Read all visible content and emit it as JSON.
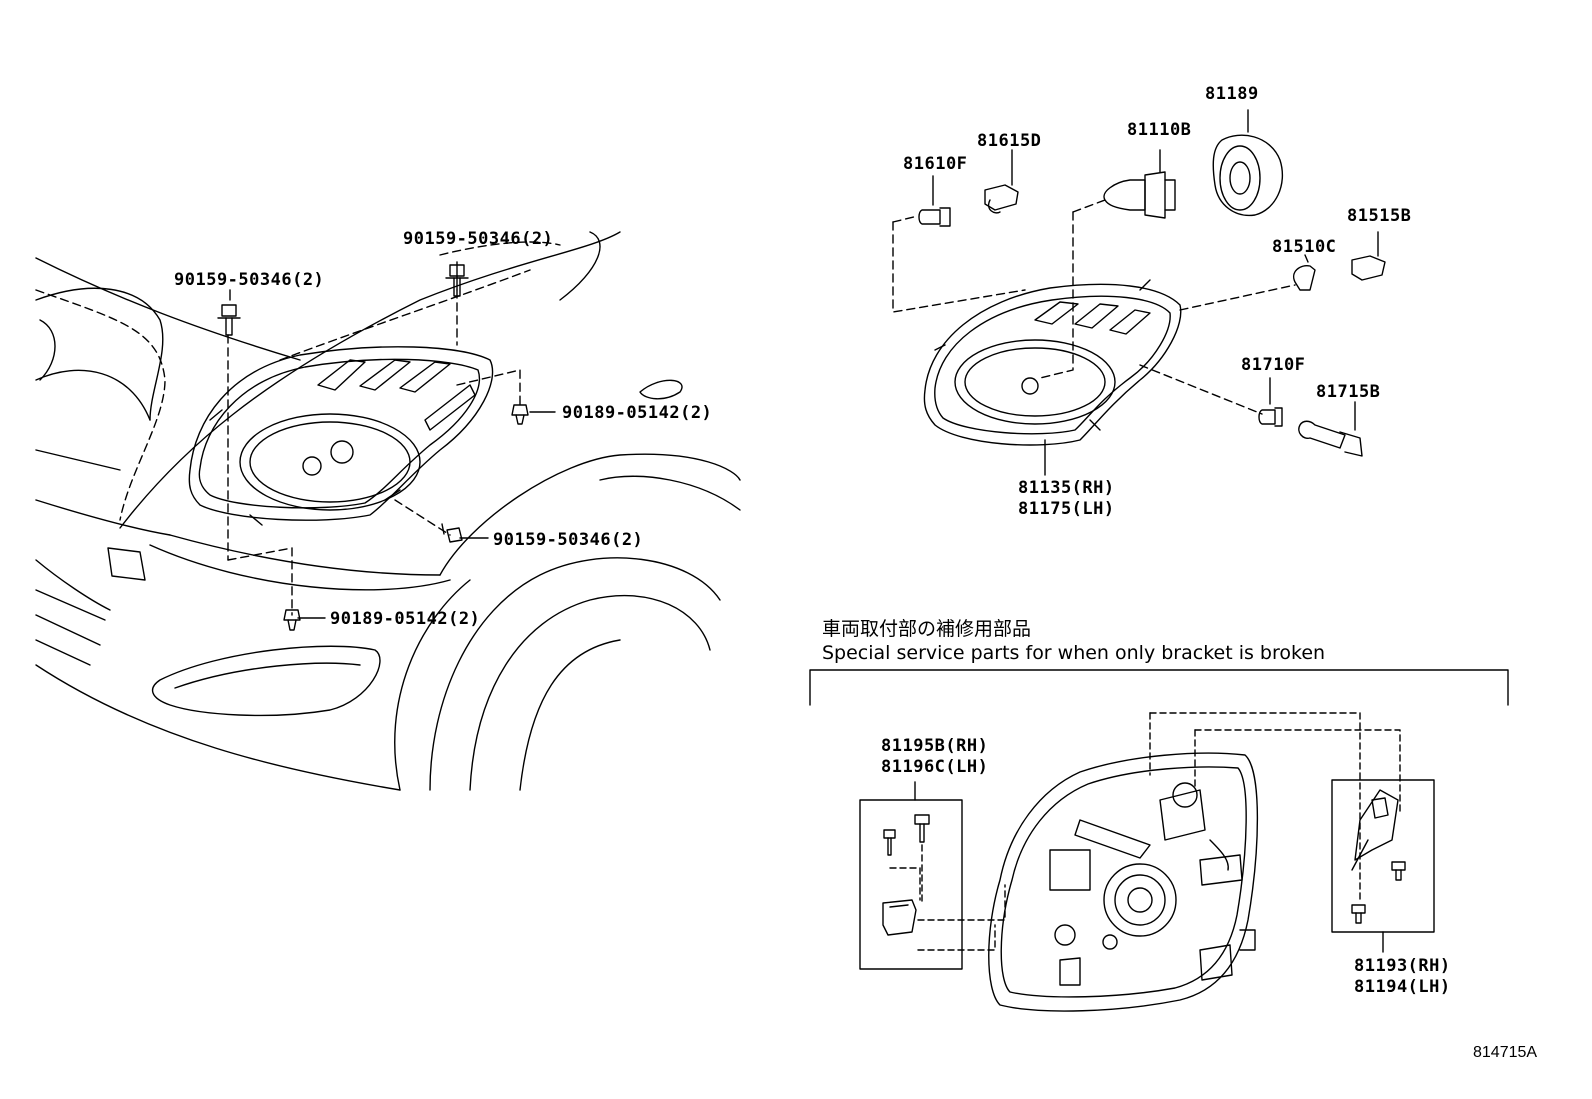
{
  "diagram": {
    "catalog_id": "814715A",
    "fasteners": {
      "bolt_upper_left": "90159-50346(2)",
      "bolt_upper_center": "90159-50346(2)",
      "clip_right": "90189-05142(2)",
      "bolt_lower_right": "90159-50346(2)",
      "clip_lower": "90189-05142(2)"
    },
    "parts": {
      "bulb_small_left": "81610F",
      "socket_small_left": "81615D",
      "headlamp_bulb": "81110B",
      "bulb_cover": "81189",
      "socket_right": "81515B",
      "bulb_right": "81510C",
      "bulb_lower_right": "81710F",
      "socket_lower_right": "81715B",
      "headlamp_assy": [
        "81135(RH)",
        "81175(LH)"
      ],
      "bracket_kit_left": [
        "81195B(RH)",
        "81196C(LH)"
      ],
      "bracket_kit_right": [
        "81193(RH)",
        "81194(LH)"
      ]
    },
    "service_note": {
      "japanese": "車両取付部の補修用部品",
      "english": "Special service parts for when only bracket is broken"
    }
  }
}
